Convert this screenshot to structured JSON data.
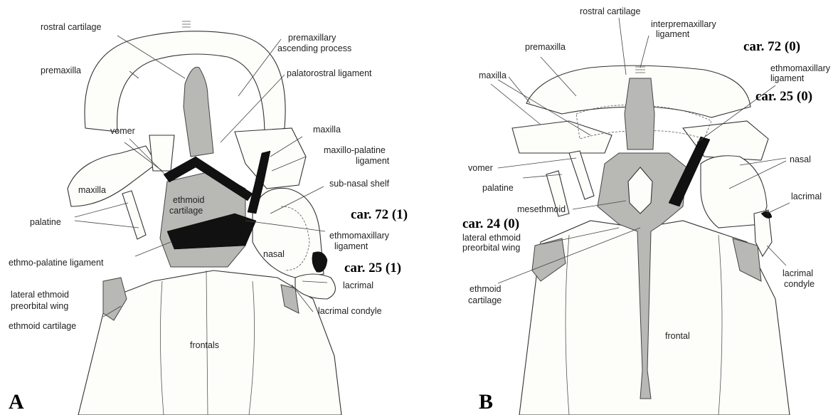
{
  "panel_a": {
    "letter": "A",
    "labels": {
      "rostral_cartilage": "rostral cartilage",
      "premaxilla": "premaxilla",
      "premaxillary_ascending_process_1": "premaxillary",
      "premaxillary_ascending_process_2": "ascending process",
      "palatorostral_ligament": "palatorostral  ligament",
      "vomer": "vomer",
      "maxilla_right": "maxilla",
      "maxillo_palatine_ligament_1": "maxillo-palatine",
      "maxillo_palatine_ligament_2": "ligament",
      "sub_nasal_shelf": "sub-nasal shelf",
      "maxilla_left": "maxilla",
      "ethmoid_cartilage_center_1": "ethmoid",
      "ethmoid_cartilage_center_2": "cartilage",
      "car72": "car. 72 (1)",
      "palatine": "palatine",
      "ethmomaxillary_ligament_1": "ethmomaxillary",
      "ethmomaxillary_ligament_2": "ligament",
      "ethmo_palatine_ligament": "ethmo-palatine ligament",
      "nasal": "nasal",
      "car25": "car. 25 (1)",
      "lacrimal": "lacrimal",
      "lateral_ethmoid_1": "lateral ethmoid",
      "lateral_ethmoid_2": "preorbital wing",
      "lacrimal_condyle": "lacrimal condyle",
      "ethmoid_cartilage_lower": "ethmoid cartilage",
      "frontals": "frontals"
    }
  },
  "panel_b": {
    "letter": "B",
    "labels": {
      "rostral_cartilage": "rostral cartilage",
      "interpremaxillary_1": "interpremaxillary",
      "interpremaxillary_2": "ligament",
      "car72": "car. 72 (0)",
      "premaxilla": "premaxilla",
      "maxilla": "maxilla",
      "ethmomaxillary_1": "ethmomaxillary",
      "ethmomaxillary_2": "ligament",
      "car25": "car. 25 (0)",
      "vomer": "vomer",
      "nasal": "nasal",
      "palatine": "palatine",
      "lacrimal": "lacrimal",
      "mesethmoid": "mesethmoid",
      "car24": "car. 24 (0)",
      "lateral_ethmoid_1": "lateral ethmoid",
      "lateral_ethmoid_2": "preorbital wing",
      "lacrimal_condyle_1": "lacrimal",
      "lacrimal_condyle_2": "condyle",
      "ethmoid_cartilage_1": "ethmoid",
      "ethmoid_cartilage_2": "cartilage",
      "frontal": "frontal"
    }
  },
  "colors": {
    "bone": "#fdfdfa",
    "cartilage": "#b8b8b5",
    "ligament": "#111111",
    "line": "#333333"
  }
}
